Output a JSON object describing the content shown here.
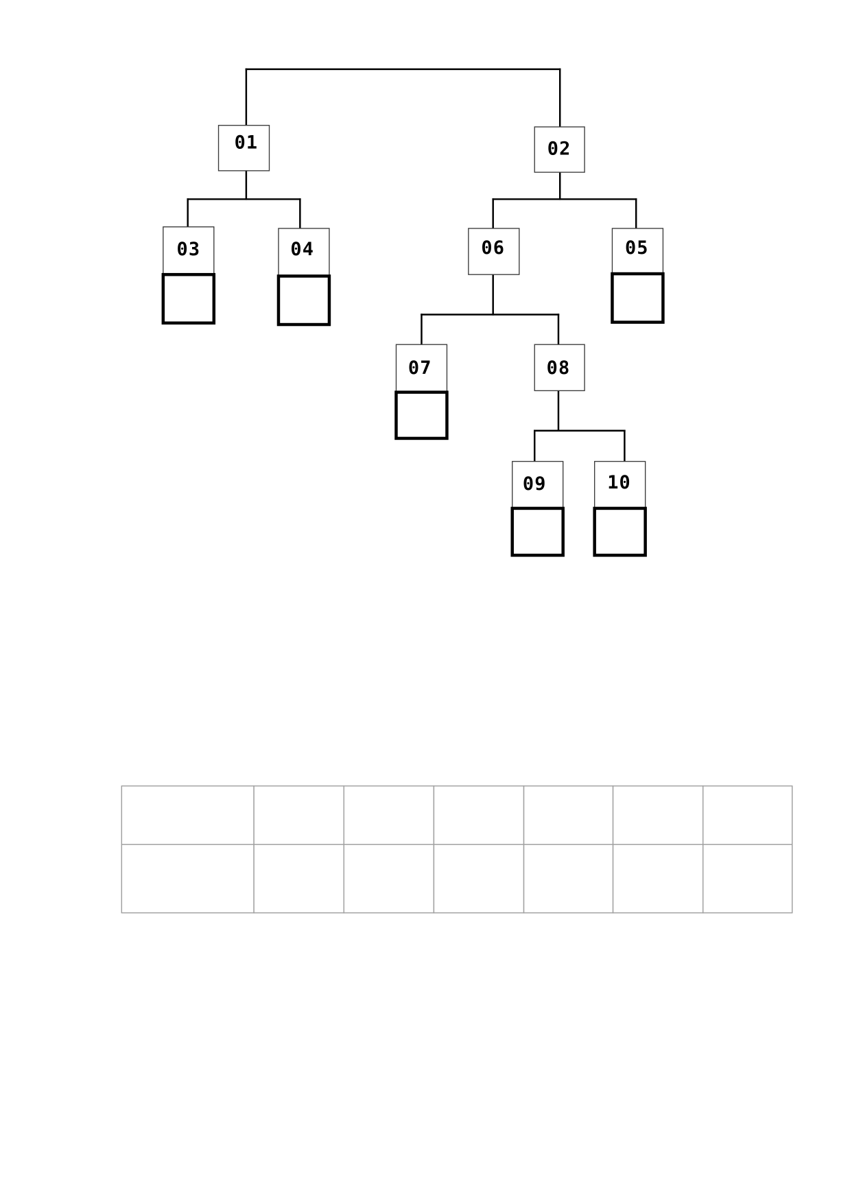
{
  "tree": {
    "root_children": [
      "01",
      "02"
    ],
    "nodes": {
      "01": {
        "label": "01",
        "children": [
          "03",
          "04"
        ]
      },
      "02": {
        "label": "02",
        "children": [
          "06",
          "05"
        ]
      },
      "03": {
        "label": "03",
        "children": [],
        "answer": ""
      },
      "04": {
        "label": "04",
        "children": [],
        "answer": ""
      },
      "05": {
        "label": "05",
        "children": [],
        "answer": ""
      },
      "06": {
        "label": "06",
        "children": [
          "07",
          "08"
        ]
      },
      "07": {
        "label": "07",
        "children": [],
        "answer": ""
      },
      "08": {
        "label": "08",
        "children": [
          "09",
          "10"
        ]
      },
      "09": {
        "label": "09",
        "children": [],
        "answer": ""
      },
      "10": {
        "label": "10",
        "children": [],
        "answer": ""
      }
    }
  },
  "table": {
    "rows": [
      [
        "",
        "",
        "",
        "",
        "",
        "",
        ""
      ],
      [
        "",
        "",
        "",
        "",
        "",
        "",
        ""
      ]
    ]
  },
  "colors": {
    "line": "#000000",
    "label_border": "#3a3a3a",
    "answer_border": "#000000",
    "table_border": "#a0a0a0",
    "background": "#ffffff"
  }
}
